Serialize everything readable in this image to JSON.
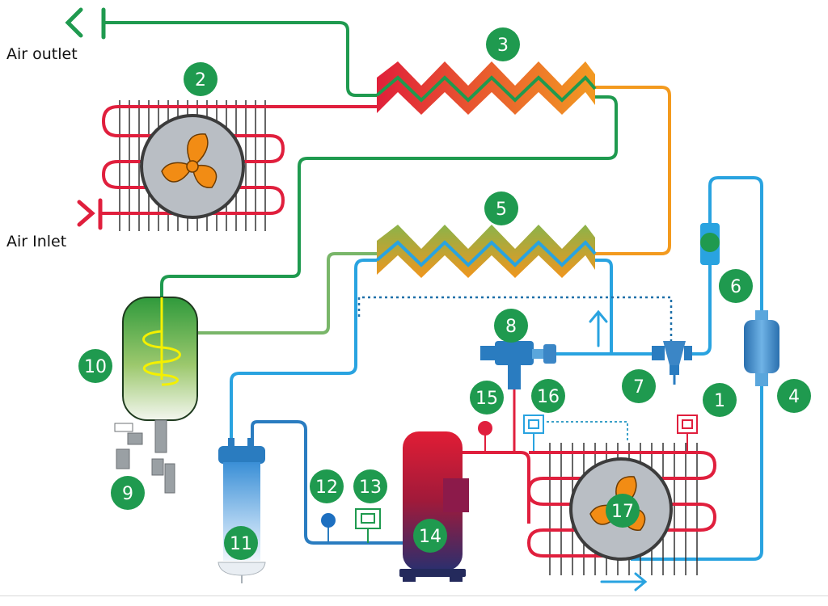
{
  "labels": {
    "air_outlet": "Air outlet",
    "air_inlet": "Air Inlet"
  },
  "callouts": [
    "1",
    "2",
    "3",
    "4",
    "5",
    "6",
    "7",
    "8",
    "9",
    "10",
    "11",
    "12",
    "13",
    "14",
    "15",
    "16",
    "17"
  ],
  "colors": {
    "badge": "#1f9a4f",
    "air_line": "#1f9a4f",
    "air_line_light": "#79b669",
    "refrigerant_cold": "#29a3e0",
    "refrigerant_dark": "#2a7cc0",
    "refrigerant_hot": "#e01f3d",
    "refrigerant_warm": "#f39a1e",
    "fan_blade": "#f28c14",
    "fan_disc": "#b9bec4"
  }
}
